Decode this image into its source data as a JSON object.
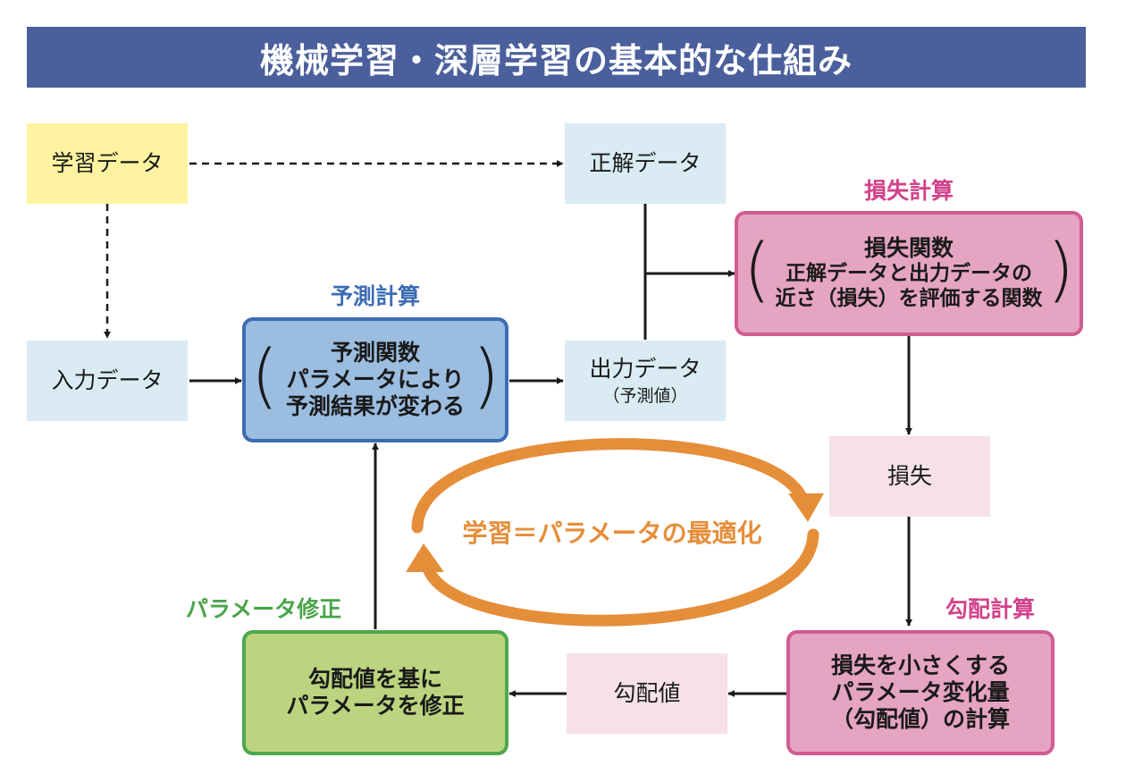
{
  "title": "機械学習・深層学習の基本的な仕組み",
  "nodes": {
    "training_data": "学習データ",
    "correct_data": "正解データ",
    "input_data": "入力データ",
    "output_data": "出力データ",
    "output_sub": "（予測値）",
    "loss": "損失",
    "gradient": "勾配値"
  },
  "prediction": {
    "section": "予測計算",
    "line1": "予測関数",
    "line2": "パラメータにより",
    "line3": "予測結果が変わる"
  },
  "loss_calc": {
    "section": "損失計算",
    "line1": "損失関数",
    "line2": "正解データと出力データの",
    "line3": "近さ（損失）を評価する関数"
  },
  "gradient_calc": {
    "section": "勾配計算",
    "line1": "損失を小さくする",
    "line2": "パラメータ変化量",
    "line3": "（勾配値）の計算"
  },
  "param_update": {
    "section": "パラメータ修正",
    "line1": "勾配値を基に",
    "line2": "パラメータを修正"
  },
  "cycle_label": "学習＝パラメータの最適化",
  "colors": {
    "title_bg": "#4a5f9c",
    "yellow": "#fdf3a0",
    "light_blue": "#daebf3",
    "blue_box": "#9bbde0",
    "blue_text": "#3c6cb4",
    "pink_box": "#e5a4c1",
    "pink_border": "#d05c92",
    "pink_text": "#d2418a",
    "light_pink": "#f6e1e8",
    "green_box": "#bcd47f",
    "green_border": "#4da84d",
    "green_text": "#4aa44a",
    "orange": "#e58e3a"
  }
}
